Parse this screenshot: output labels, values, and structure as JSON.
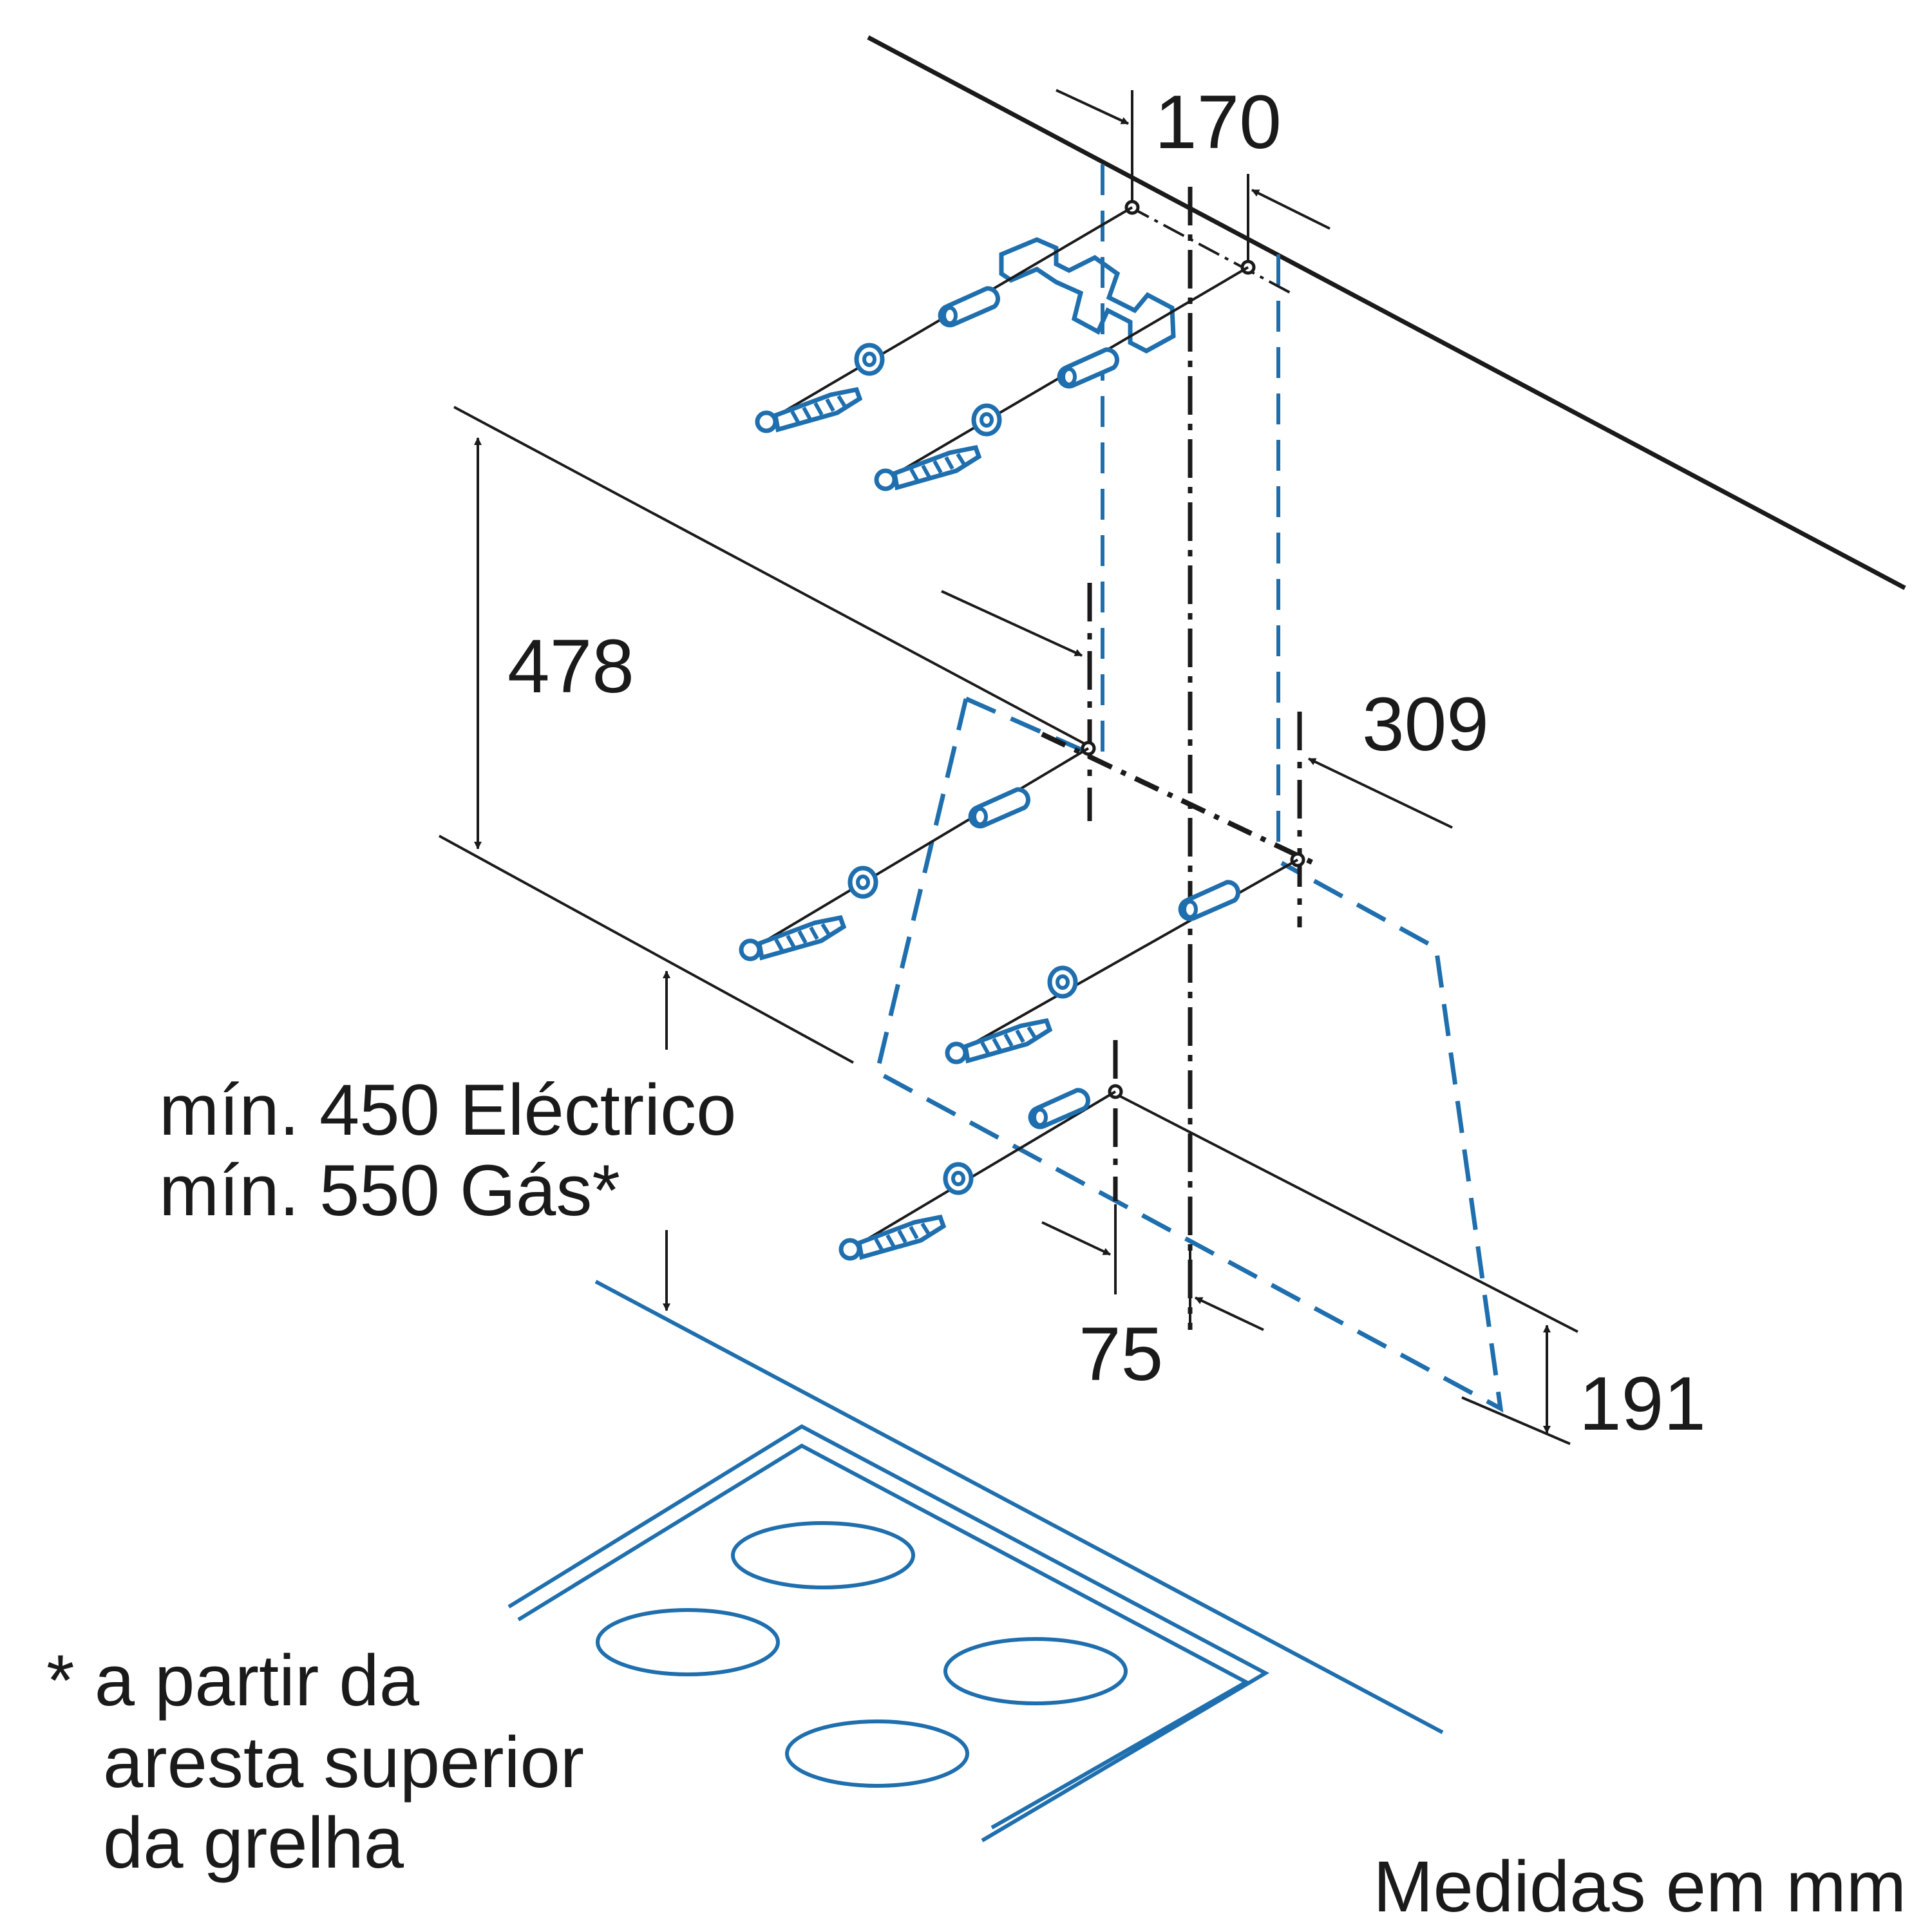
{
  "dimensions": {
    "top_hole_spacing": "170",
    "bracket_to_screw_height": "478",
    "lower_hole_spacing": "309",
    "bottom_screw_offset": "75",
    "bottom_screw_height": "191"
  },
  "clearance": {
    "electric": "mín. 450 Eléctrico",
    "gas": "mín. 550 Gás*"
  },
  "footnote": {
    "line1": "* a partir da",
    "line2": "aresta superior",
    "line3": "da grelha"
  },
  "units_note": "Medidas em mm",
  "colors": {
    "line": "#1a1a1a",
    "accent": "#1f6fae"
  }
}
